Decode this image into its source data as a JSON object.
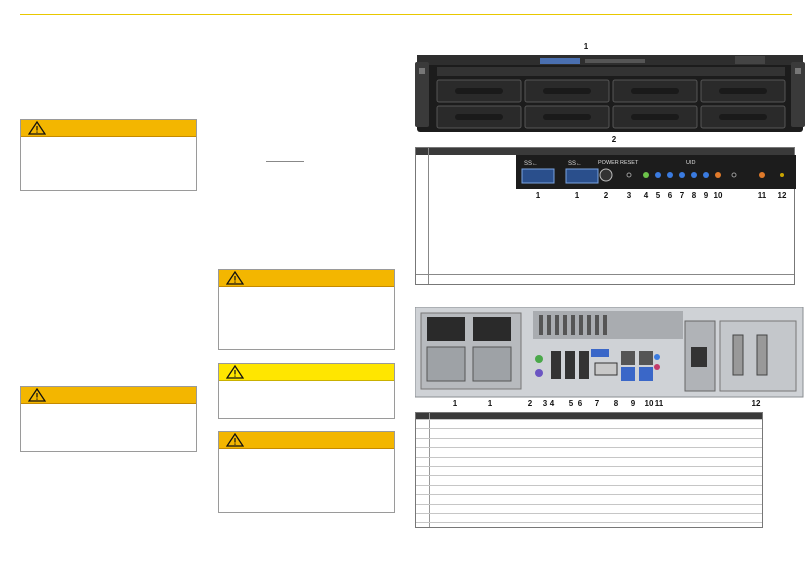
{
  "front_callouts": {
    "top": "1",
    "bottom": "2"
  },
  "panel": {
    "ports": [
      "SS←",
      "SS←"
    ],
    "labels": {
      "power": "POWER",
      "reset": "RESET",
      "uid": "UID"
    },
    "callouts": [
      "1",
      "1",
      "2",
      "3",
      "4",
      "5",
      "6",
      "7",
      "8",
      "9",
      "10",
      "11",
      "12"
    ]
  },
  "rear": {
    "callouts": [
      "1",
      "1",
      "2",
      "3",
      "4",
      "5",
      "6",
      "7",
      "8",
      "9",
      "10",
      "11",
      "12"
    ]
  },
  "warnings": [
    {
      "id": "warn1",
      "icon": "warning-triangle-icon"
    },
    {
      "id": "warn2",
      "icon": "warning-triangle-icon"
    },
    {
      "id": "warn3",
      "icon": "warning-triangle-icon"
    },
    {
      "id": "warn4",
      "icon": "warning-triangle-icon"
    },
    {
      "id": "warn5",
      "icon": "warning-triangle-icon"
    }
  ],
  "colors": {
    "warning_orange": "#f3b600",
    "warning_yellow": "#ffe600",
    "rule": "#e8c800"
  }
}
